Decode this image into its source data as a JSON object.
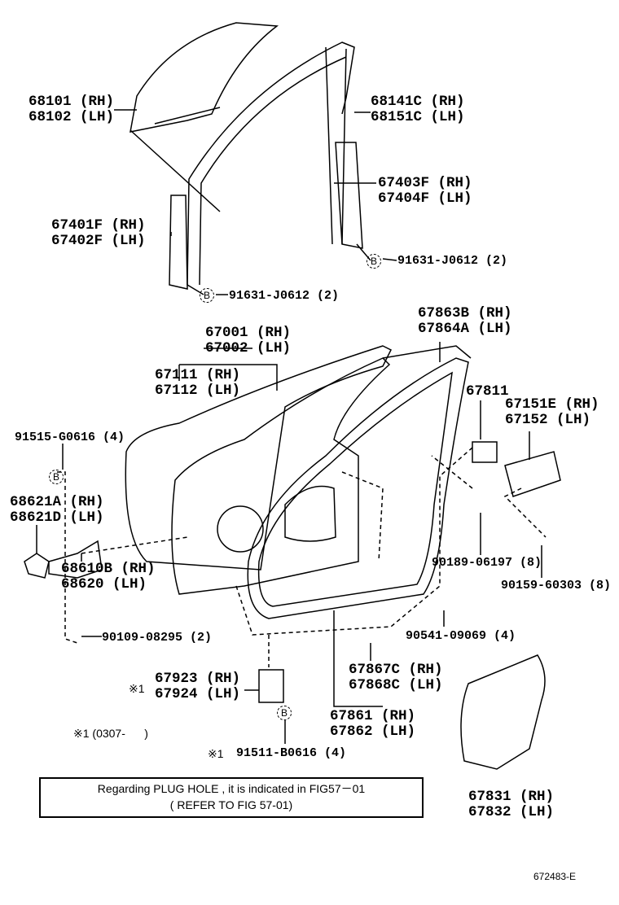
{
  "parts": [
    {
      "id": "glass",
      "lines": [
        "68101 (RH)",
        "68102 (LH)"
      ]
    },
    {
      "id": "run-channel",
      "lines": [
        "68141C (RH)",
        "68151C (LH)"
      ]
    },
    {
      "id": "rear-division-bar",
      "lines": [
        "67403F (RH)",
        "67404F (LH)"
      ]
    },
    {
      "id": "front-division-bar",
      "lines": [
        "67401F (RH)",
        "67402F (LH)"
      ]
    },
    {
      "id": "weatherstrip-upper",
      "lines": [
        "67863B (RH)",
        "67864A (LH)"
      ]
    },
    {
      "id": "door-panel",
      "lines": [
        "67001 (RH)",
        "67002 (LH)"
      ]
    },
    {
      "id": "outer-panel",
      "lines": [
        "67111 (RH)",
        "67112 (LH)"
      ]
    },
    {
      "id": "seal-67811",
      "lines": [
        "67811"
      ]
    },
    {
      "id": "bracket",
      "lines": [
        "67151E (RH)",
        "67152 (LH)"
      ]
    },
    {
      "id": "check",
      "lines": [
        "68621A (RH)",
        "68621D (LH)"
      ]
    },
    {
      "id": "hinge",
      "lines": [
        "68610B (RH)",
        "68620 (LH)"
      ]
    },
    {
      "id": "cover",
      "lines": [
        "67923 (RH)",
        "67924 (LH)"
      ]
    },
    {
      "id": "weatherstrip-lower",
      "lines": [
        "67867C (RH)",
        "67868C (LH)"
      ]
    },
    {
      "id": "weatherstrip",
      "lines": [
        "67861 (RH)",
        "67862 (LH)"
      ]
    },
    {
      "id": "hole-cover",
      "lines": [
        "67831 (RH)",
        "67832 (LH)"
      ]
    }
  ],
  "fasteners": {
    "f1": "91631-J0612 (2)",
    "f2": "91631-J0612 (2)",
    "f3": "91515-G0616 (4)",
    "f4": "90189-06197 (8)",
    "f5": "90159-60303 (8)",
    "f6": "90109-08295 (2)",
    "f7": "90541-09069 (4)",
    "f8": "91511-B0616 (4)"
  },
  "bolt_marker": "B",
  "note_mark": "※1",
  "note_range": "※1 (0307-      )",
  "plug_note": {
    "line1": "Regarding PLUG HOLE , it is indicated in FIG57－01",
    "line2": "( REFER TO FIG 57-01)"
  },
  "figure_number": "672483-E"
}
